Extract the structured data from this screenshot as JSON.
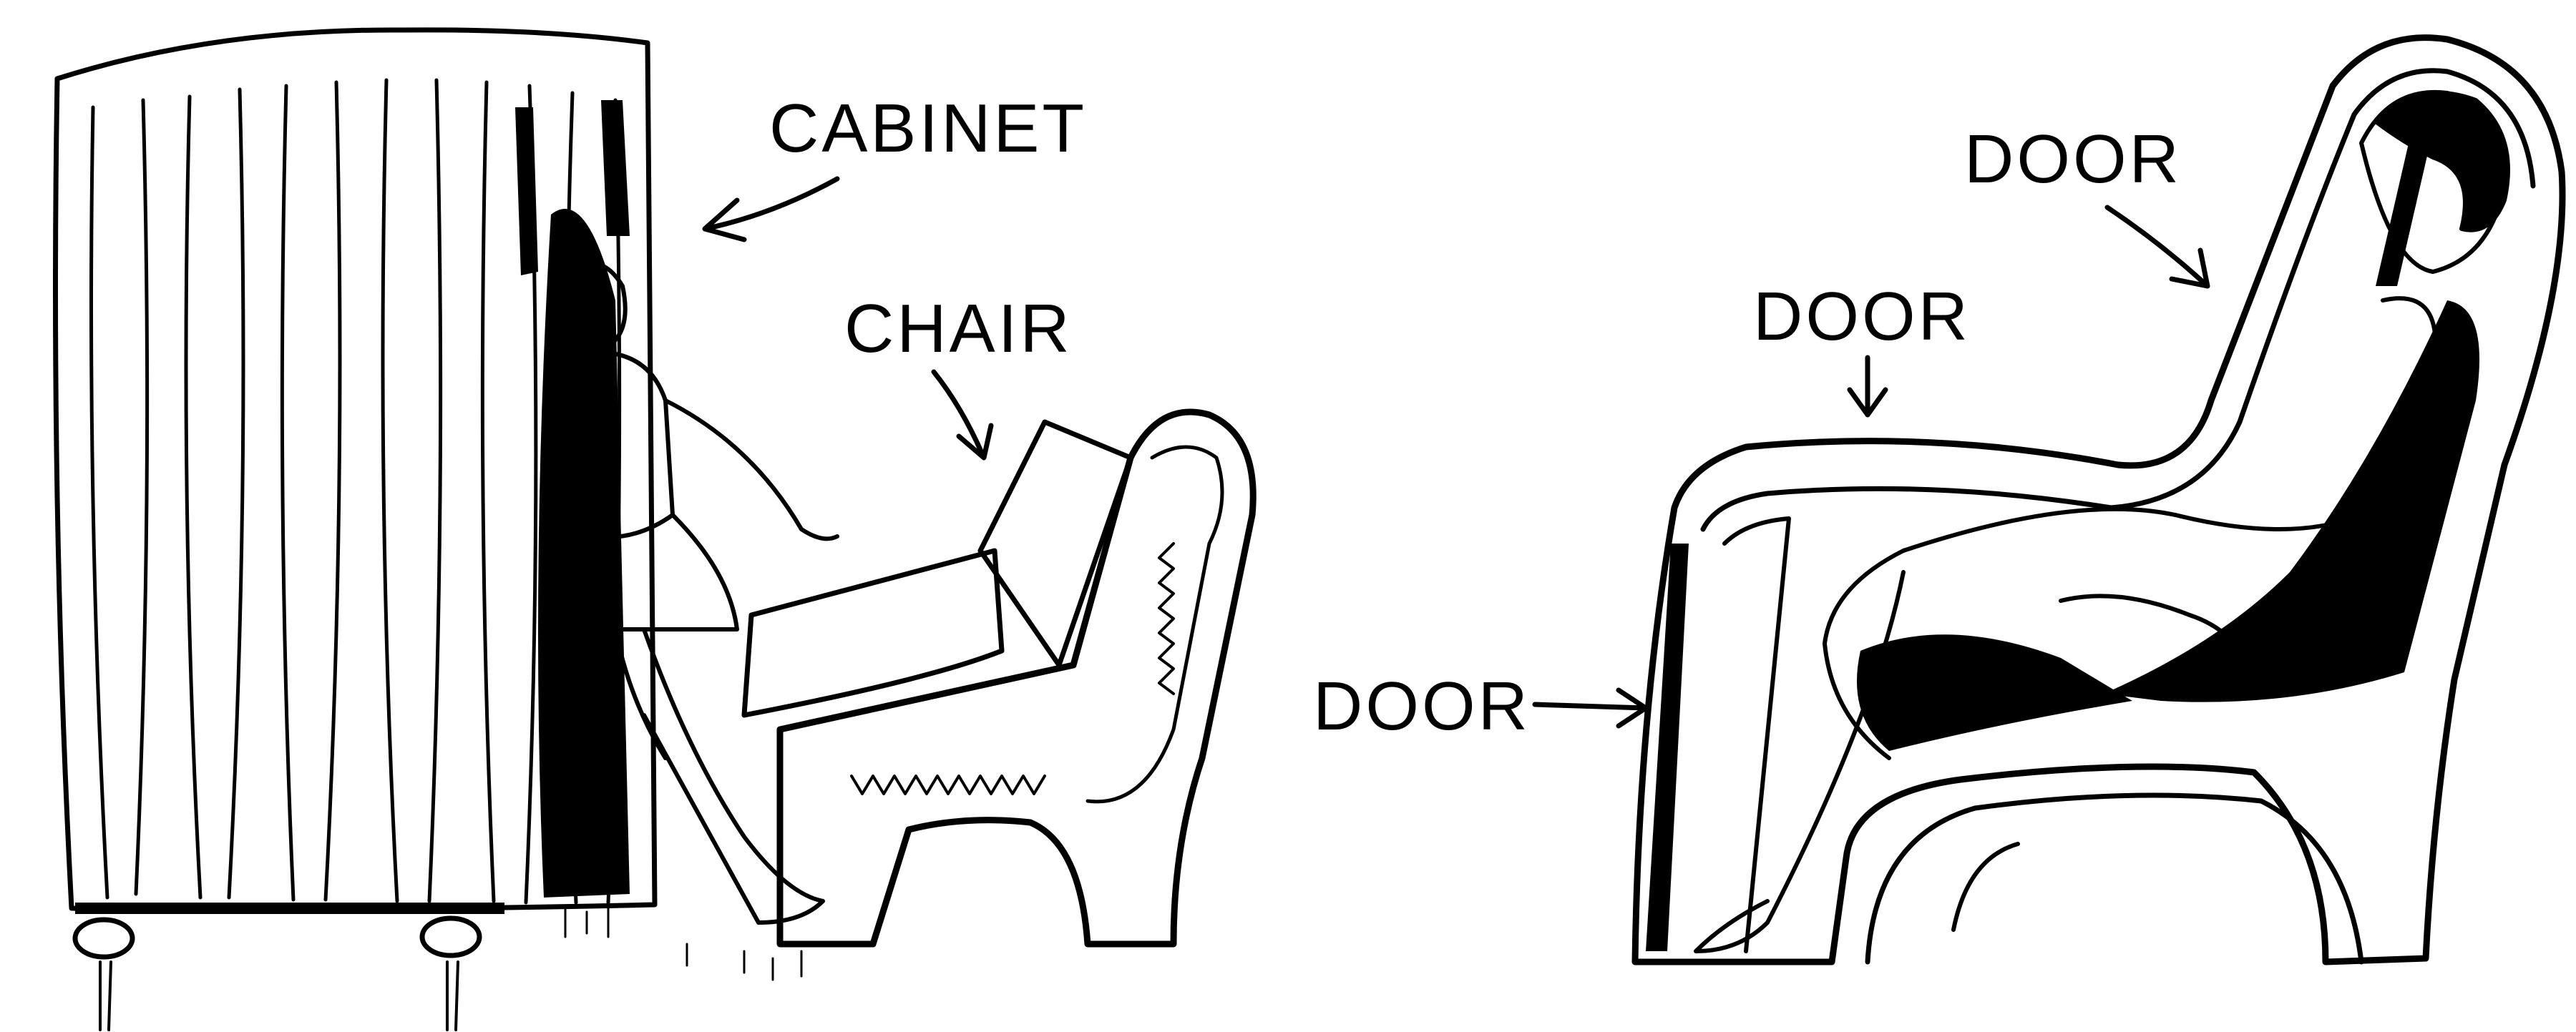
{
  "labels": {
    "cabinet": "CABINET",
    "chair": "CHAIR",
    "door_top": "DOOR",
    "door_middle": "DOOR",
    "door_left": "DOOR"
  },
  "colors": {
    "ink": "#000000",
    "paper": "#ffffff"
  }
}
